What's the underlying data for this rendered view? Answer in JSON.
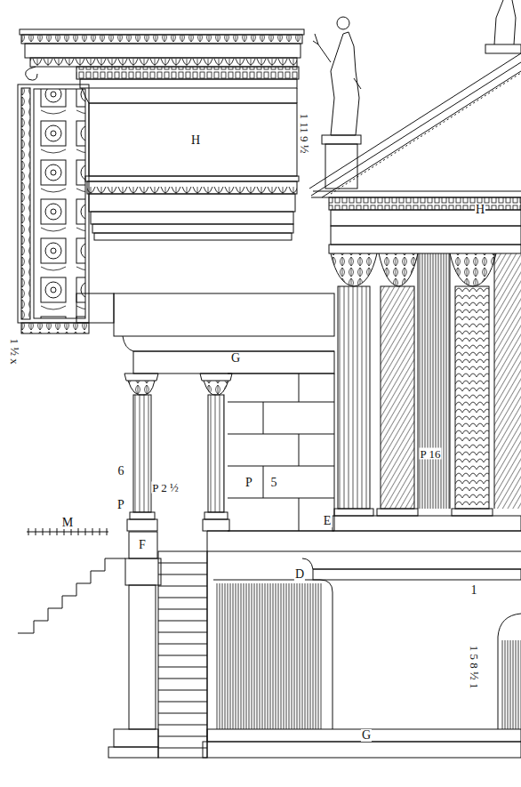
{
  "diagram": {
    "labels": [
      "H",
      "1 11 9 ½",
      "H",
      "G",
      "1 ½ x",
      "6",
      "P",
      "P 2 ½",
      "P",
      "5",
      "P 16",
      "E",
      "F",
      "D",
      "G",
      "M",
      "1 5 8 ½ 1",
      "1"
    ]
  }
}
